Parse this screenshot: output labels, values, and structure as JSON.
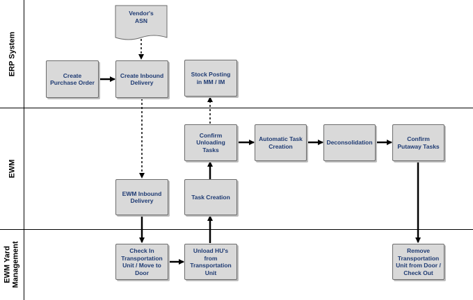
{
  "lanes": {
    "erp": "ERP System",
    "ewm": "EWM",
    "yard": "EWM Yard\nManagement"
  },
  "document": {
    "label": "Vendor's\nASN"
  },
  "steps": {
    "create_po": "Create\nPurchase Order",
    "create_inbound": "Create Inbound\nDelivery",
    "stock_posting": "Stock Posting\nin MM / IM",
    "confirm_unloading": "Confirm\nUnloading\nTasks",
    "automatic_task": "Automatic Task\nCreation",
    "deconsolidation": "Deconsolidation",
    "confirm_putaway": "Confirm\nPutaway Tasks",
    "ewm_inbound": "EWM Inbound\nDelivery",
    "task_creation": "Task Creation",
    "check_in": "Check In\nTransportation\nUnit / Move to\nDoor",
    "unload_hu": "Unload HU's\nfrom\nTransportation\nUnit",
    "remove_tu": "Remove\nTransportation\nUnit from Door /\nCheck Out"
  },
  "colors": {
    "box_fill": "#d9d9d9",
    "box_border": "#6b6b6b",
    "text": "#1f3b73",
    "line": "#000000"
  }
}
